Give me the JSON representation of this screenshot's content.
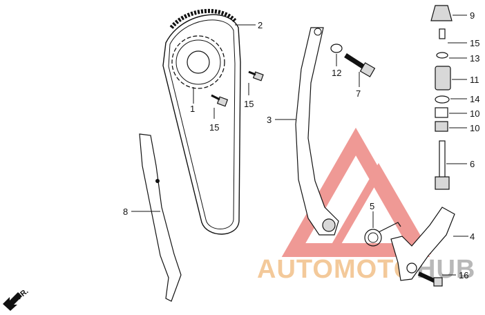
{
  "callouts": {
    "p1": "1",
    "p2": "2",
    "p3": "3",
    "p4": "4",
    "p5": "5",
    "p6": "6",
    "p7": "7",
    "p8": "8",
    "p9": "9",
    "p10a": "10",
    "p10b": "10",
    "p11": "11",
    "p12": "12",
    "p13": "13",
    "p14": "14",
    "p15a": "15",
    "p15b": "15",
    "p15c": "15",
    "p16": "16"
  },
  "watermark": {
    "text_left": "AUTOMOTO",
    "text_right": "HUB",
    "color": "#e2473f",
    "accent": "#f2c089"
  },
  "direction": {
    "label": "FR."
  }
}
